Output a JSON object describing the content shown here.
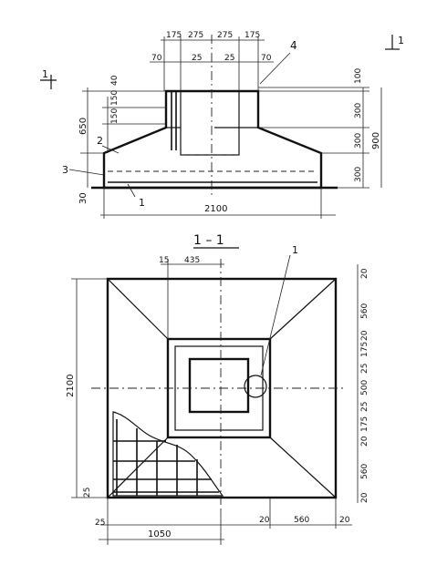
{
  "elevation": {
    "top_dims": [
      "175",
      "275",
      "275",
      "175"
    ],
    "sub_dims": [
      "70",
      "25",
      "25",
      "70"
    ],
    "right_dims": [
      "100",
      "300",
      "300",
      "300"
    ],
    "right_total": "900",
    "left_dims": [
      "40",
      "150",
      "150"
    ],
    "left_total": "650",
    "bottom_dim": "30",
    "width_dim": "2100",
    "labels": {
      "l1": "1",
      "l2": "2",
      "l3": "3",
      "l4": "4"
    },
    "section_mark_left": "1",
    "section_mark_right": "1"
  },
  "plan": {
    "section_title": "1 – 1",
    "top_dims": [
      "15",
      "435"
    ],
    "callout": "1",
    "left_total": "2100",
    "left_small": "25",
    "right_dims": [
      "20",
      "560",
      "20",
      "175",
      "25",
      "500",
      "25",
      "175",
      "20",
      "560",
      "20"
    ],
    "bottom_dims": [
      "20",
      "560",
      "20"
    ],
    "bottom_left_dims": [
      "25",
      "1050"
    ]
  }
}
